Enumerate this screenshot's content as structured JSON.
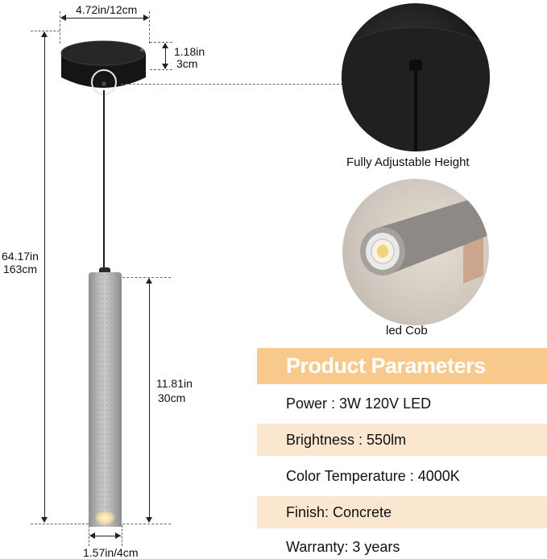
{
  "dimensions": {
    "canopy_width": "4.72in/12cm",
    "canopy_height_in": "1.18in",
    "canopy_height_cm": "3cm",
    "total_height_in": "64.17in",
    "total_height_cm": "163cm",
    "tube_height_in": "11.81in",
    "tube_height_cm": "30cm",
    "tube_width": "1.57in/4cm"
  },
  "details": {
    "top_caption": "Fully Adjustable Height",
    "bottom_caption": "led Cob"
  },
  "parameters": {
    "title": "Product Parameters",
    "rows": [
      "Power : 3W  120V  LED",
      "Brightness : 550lm",
      "Color Temperature : 4000K",
      "Finish: Concrete",
      "Warranty: 3 years"
    ]
  },
  "colors": {
    "title_band": "#f7c98d",
    "row_band": "#fbe7cf"
  }
}
